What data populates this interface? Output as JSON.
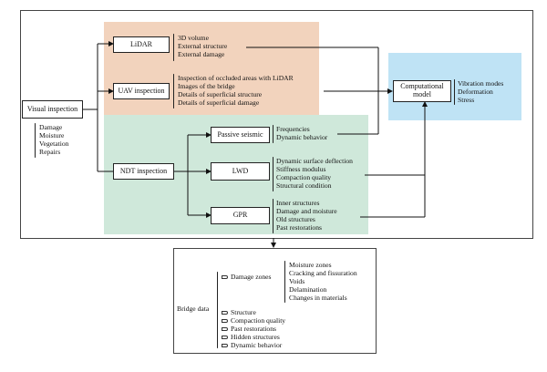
{
  "visual_inspection": {
    "label": "Visual inspection",
    "items": [
      "Damage",
      "Moisture",
      "Vegetation",
      "Repairs"
    ]
  },
  "lidar": {
    "label": "LiDAR",
    "items": [
      "3D volume",
      "External structure",
      "External damage"
    ]
  },
  "uav": {
    "label": "UAV inspection",
    "items": [
      "Inspection of occluded areas with LiDAR",
      "Images of the bridge",
      "Details of superficial structure",
      "Details of superficial damage"
    ]
  },
  "ndt": {
    "label": "NDT inspection"
  },
  "passive_seismic": {
    "label": "Passive seismic",
    "items": [
      "Frequencies",
      "Dynamic behavior"
    ]
  },
  "lwd": {
    "label": "LWD",
    "items": [
      "Dynamic surface deflection",
      "Stiffness modulus",
      "Compaction quality",
      "Structural condition"
    ]
  },
  "gpr": {
    "label": "GPR",
    "items": [
      "Inner structures",
      "Damage and moisture",
      "Old structures",
      "Past restorations"
    ]
  },
  "computational_model": {
    "label_line1": "Computational",
    "label_line2": "model",
    "items": [
      "Vibration modes",
      "Deformation",
      "Stress"
    ]
  },
  "bridge_data": {
    "label": "Bridge data",
    "damage_zones": {
      "label": "Damage zones",
      "items": [
        "Moisture zones",
        "Cracking and fissuration",
        "Voids",
        "Delamination",
        "Changes in materials"
      ]
    },
    "other_items": [
      "Structure",
      "Compaction quality",
      "Past restorations",
      "Hidden structures",
      "Dynamic behavior"
    ]
  },
  "colors": {
    "peach_region": "#f2d3bd",
    "green_region": "#cfe8da",
    "blue_region": "#bfe3f5"
  }
}
